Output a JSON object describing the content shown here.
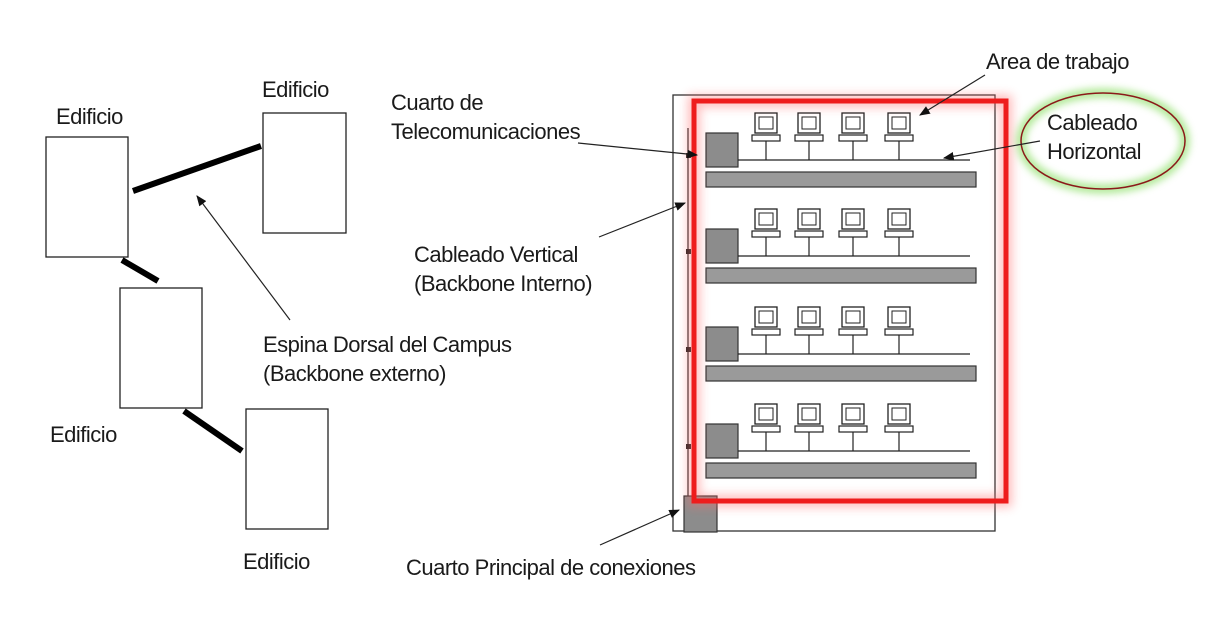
{
  "labels": {
    "building_1": "Edificio",
    "building_2": "Edificio",
    "building_3": "Edificio",
    "building_4": "Edificio",
    "telecom_room_line1": "Cuarto de",
    "telecom_room_line2": "Telecomunicaciones",
    "vertical_cabling_line1": "Cableado Vertical",
    "vertical_cabling_line2": "(Backbone Interno)",
    "campus_backbone_line1": "Espina Dorsal del Campus",
    "campus_backbone_line2": "(Backbone externo)",
    "work_area": "Area de trabajo",
    "horizontal_cabling_line1": "Cableado",
    "horizontal_cabling_line2": "Horizontal",
    "main_cross_connect": "Cuarto Principal de conexiones"
  },
  "floors": 4,
  "computers_per_floor": 4,
  "colors": {
    "highlight_red": "#ee1c1c",
    "ellipse_border": "#8b1a1a",
    "ellipse_glow": "#8fe06a",
    "equipment_gray": "#9a9a9a"
  }
}
